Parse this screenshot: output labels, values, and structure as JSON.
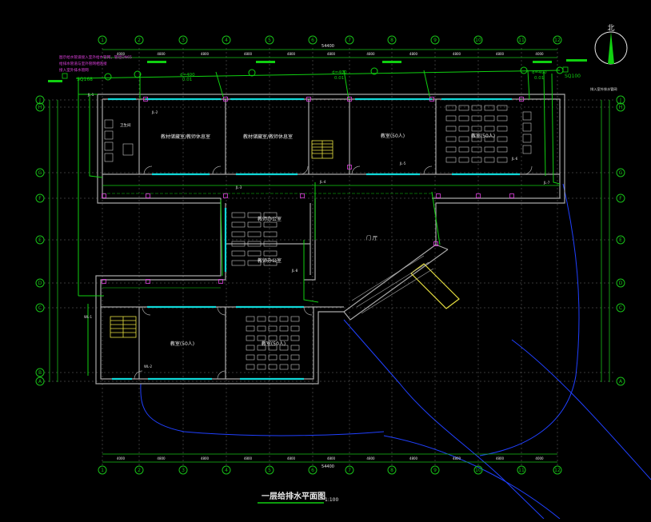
{
  "drawing": {
    "title": "一层给排水平面图",
    "scale": "1:100",
    "north_label": "北",
    "colors": {
      "background": "#000000",
      "axis": "#18c018",
      "wall": "#a8a8a8",
      "window": "#10d8d8",
      "pipe": "#10d010",
      "note": "#e040e0",
      "label": "#e8e8e8",
      "boundary": "#2040ff",
      "stair": "#e8e040"
    }
  },
  "axes": {
    "columns": [
      "1",
      "2",
      "3",
      "4",
      "5",
      "6",
      "7",
      "8",
      "9",
      "10",
      "11",
      "12"
    ],
    "rows_left": [
      "J",
      "H",
      "G",
      "F",
      "E",
      "D",
      "C",
      "B",
      "A"
    ],
    "rows_right": [
      "J",
      "H",
      "G",
      "F",
      "E",
      "D",
      "C",
      "A"
    ]
  },
  "dimensions": {
    "top_total": "54400",
    "bottom_total": "54400",
    "segments": [
      "4000",
      "4800",
      "4800",
      "4800",
      "4800",
      "4800",
      "4800",
      "4800",
      "4800",
      "4800",
      "4000"
    ]
  },
  "rooms": {
    "r1": "教材储藏室/教师休息室",
    "r2": "教材储藏室/教师休息室",
    "r3": "教室(50人)",
    "r4": "教室(50人)",
    "r5": "教师办公室",
    "r6": "教师办公室",
    "r7": "教室(50人)",
    "r8": "教室(50人)",
    "hall": "门 厅",
    "toilet": "卫生间"
  },
  "pipe_notes": {
    "left_note_1": "图示给水管道接入室外给水管网，管径DN65",
    "left_note_2": "给排水管道与室外管网相连接",
    "left_note_3": "接入室外排水管网",
    "top_pipe_1": "d=400",
    "top_slope_1": "0.01",
    "top_pipe_2": "d=400",
    "top_slope_2": "0.01",
    "top_pipe_3": "d=400",
    "top_slope_3": "0.01",
    "tag_left": "SQ168",
    "tag_right": "SQ100",
    "right_note": "排入室外排水管网"
  },
  "risers": [
    "JL-1",
    "JL-2",
    "JL-3",
    "JL-4",
    "JL-5",
    "JL-6",
    "JL-7",
    "JL-8",
    "WL-1",
    "WL-2"
  ]
}
